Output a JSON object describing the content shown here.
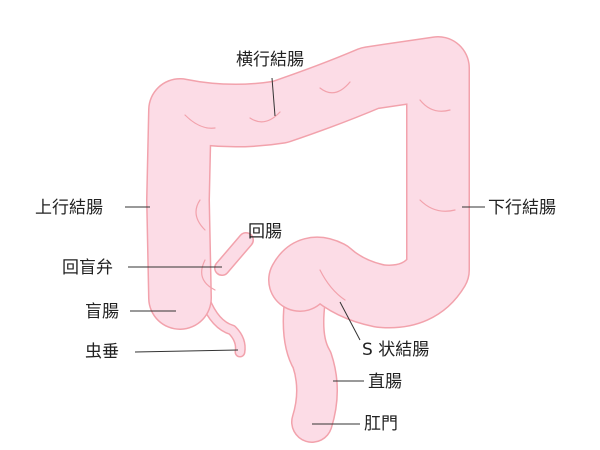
{
  "labels": {
    "transverse_colon": "横行結腸",
    "ascending_colon": "上行結腸",
    "ileum": "回腸",
    "ileocecal_valve": "回盲弁",
    "cecum": "盲腸",
    "appendix": "虫垂",
    "descending_colon": "下行結腸",
    "sigmoid_colon": "S 状結腸",
    "rectum": "直腸",
    "anus": "肛門"
  },
  "colors": {
    "fill": "#fcdce6",
    "outline": "#f2a2ac",
    "line": "#333333"
  }
}
